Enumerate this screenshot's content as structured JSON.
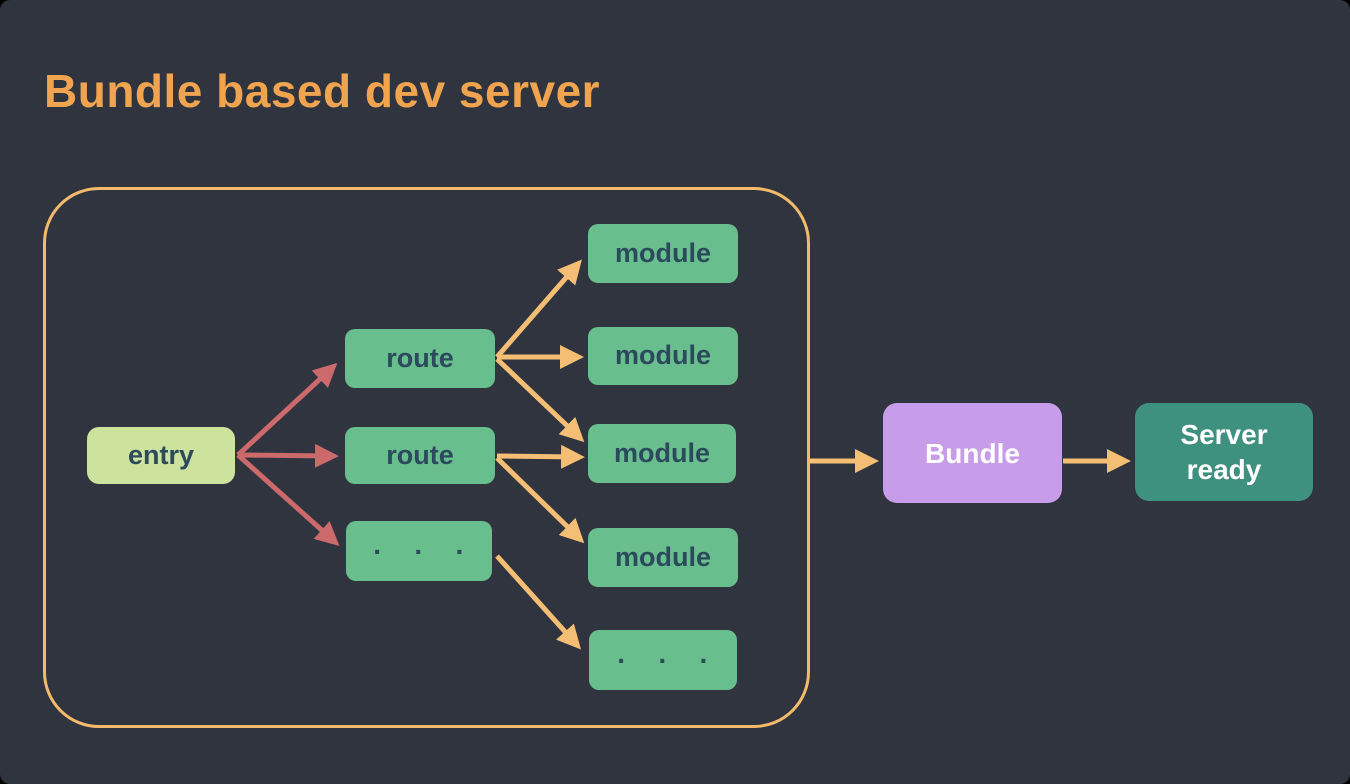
{
  "title": "Bundle based dev server",
  "colors": {
    "background": "#2f343f",
    "title": "#f0a44f",
    "container_border": "#f2ba6a",
    "arrow_orange": "#f4bf75",
    "arrow_red": "#cb696b",
    "entry_fill": "#cde29c",
    "node_green": "#69be8e",
    "node_text_dark": "#2b4a5c",
    "bundle_fill": "#c79ce8",
    "server_fill": "#3f917f",
    "text_white": "#ffffff"
  },
  "diagram": {
    "entry": {
      "label": "entry"
    },
    "routes": [
      {
        "label": "route"
      },
      {
        "label": "route"
      },
      {
        "label": "· · ·"
      }
    ],
    "modules": [
      {
        "label": "module"
      },
      {
        "label": "module"
      },
      {
        "label": "module"
      },
      {
        "label": "module"
      },
      {
        "label": "· · ·"
      }
    ],
    "bundle": {
      "label": "Bundle"
    },
    "server": {
      "lines": [
        "Server",
        "ready"
      ]
    },
    "edges": [
      {
        "from": "entry",
        "to": "route-1",
        "color": "red"
      },
      {
        "from": "entry",
        "to": "route-2",
        "color": "red"
      },
      {
        "from": "entry",
        "to": "route-more",
        "color": "red"
      },
      {
        "from": "route-1",
        "to": "module-1",
        "color": "orange"
      },
      {
        "from": "route-1",
        "to": "module-2",
        "color": "orange"
      },
      {
        "from": "route-1",
        "to": "module-3",
        "color": "orange"
      },
      {
        "from": "route-2",
        "to": "module-3",
        "color": "orange"
      },
      {
        "from": "route-2",
        "to": "module-4",
        "color": "orange"
      },
      {
        "from": "route-more",
        "to": "module-more",
        "color": "orange"
      },
      {
        "from": "container",
        "to": "bundle",
        "color": "orange"
      },
      {
        "from": "bundle",
        "to": "server-ready",
        "color": "orange"
      }
    ]
  }
}
